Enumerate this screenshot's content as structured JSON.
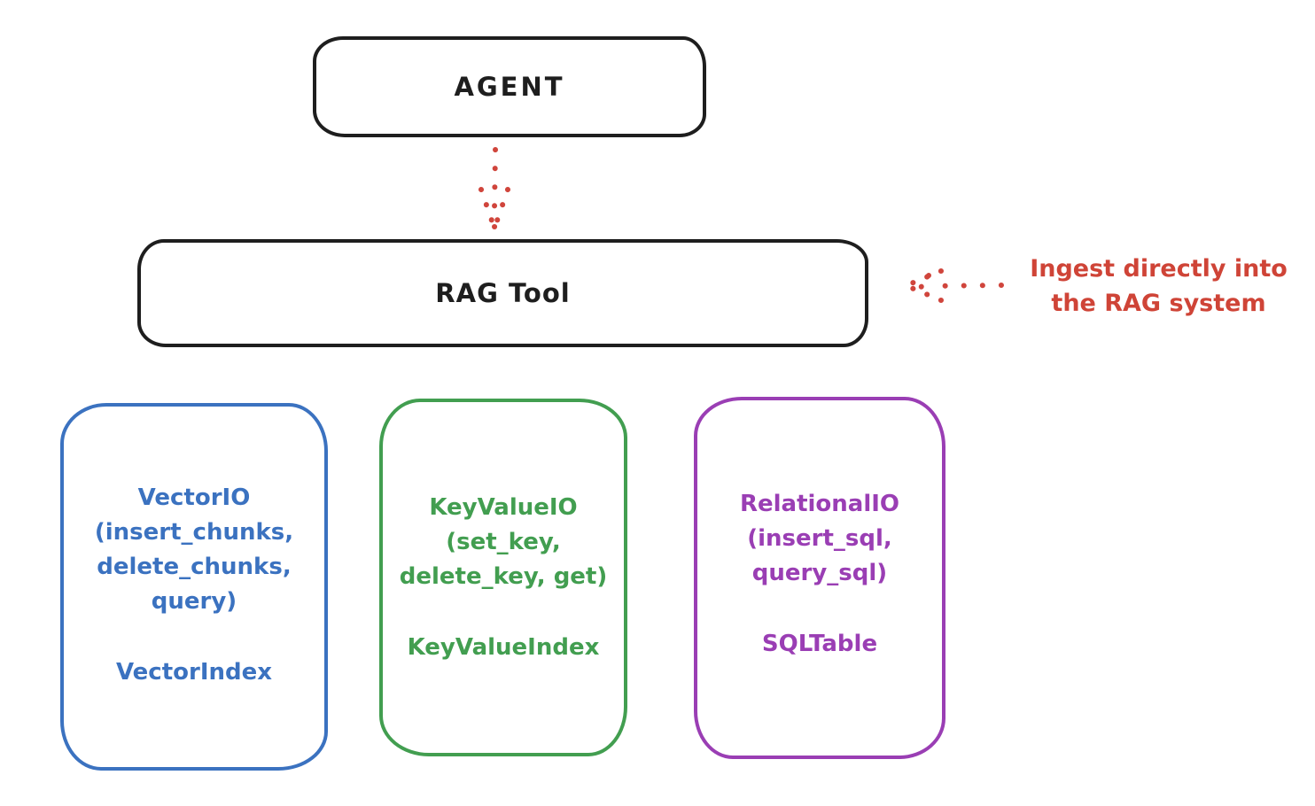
{
  "diagram": {
    "nodes": {
      "agent": {
        "label": "AGENT"
      },
      "rag_tool": {
        "label": "RAG Tool"
      }
    },
    "annotation": {
      "line1": "Ingest directly into",
      "line2": "the RAG system"
    },
    "storage": [
      {
        "id": "vector-io",
        "color": "#3b72c0",
        "lines": [
          "VectorIO",
          "(insert_chunks,",
          "delete_chunks,",
          "query)"
        ],
        "index_label": "VectorIndex"
      },
      {
        "id": "keyvalue-io",
        "color": "#429e50",
        "lines": [
          "KeyValueIO",
          "(set_key,",
          "delete_key, get)"
        ],
        "index_label": "KeyValueIndex"
      },
      {
        "id": "relational-io",
        "color": "#9a3eb4",
        "lines": [
          "RelationalIO",
          "(insert_sql,",
          "query_sql)"
        ],
        "index_label": "SQLTable"
      }
    ],
    "colors": {
      "stroke_black": "#1e1e1e",
      "annotation_red": "#cf4437",
      "vector_blue": "#3b72c0",
      "keyvalue_green": "#429e50",
      "relational_purple": "#9a3eb4"
    }
  }
}
